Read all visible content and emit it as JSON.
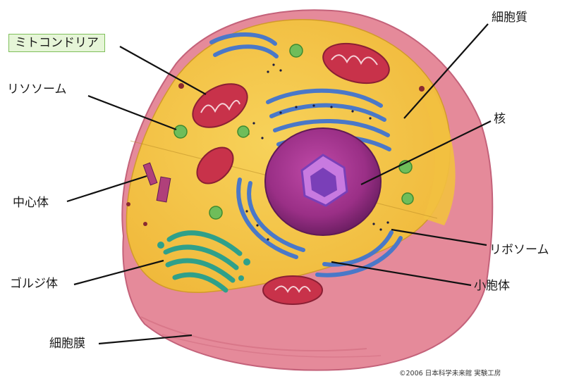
{
  "labels": {
    "mitochondria": "ミトコンドリア",
    "lysosome": "リソソーム",
    "centrosome": "中心体",
    "golgi": "ゴルジ体",
    "cell_membrane": "細胞膜",
    "cytoplasm": "細胞質",
    "nucleus": "核",
    "ribosome": "リボソーム",
    "vesicle": "小胞体"
  },
  "colors": {
    "cytoplasm": "#f5c845",
    "membrane": "#e58a9a",
    "membrane_dark": "#d06a7e",
    "nucleus": "#9a2f86",
    "nucleolus": "#7a3fb8",
    "er": "#4a78c8",
    "mitochondria": "#c8324a",
    "golgi": "#2fa08a",
    "lysosome": "#6fbd5a",
    "highlight_box": "#e6f5d8"
  },
  "copyright": "©2006 日本科学未来館 実験工房"
}
